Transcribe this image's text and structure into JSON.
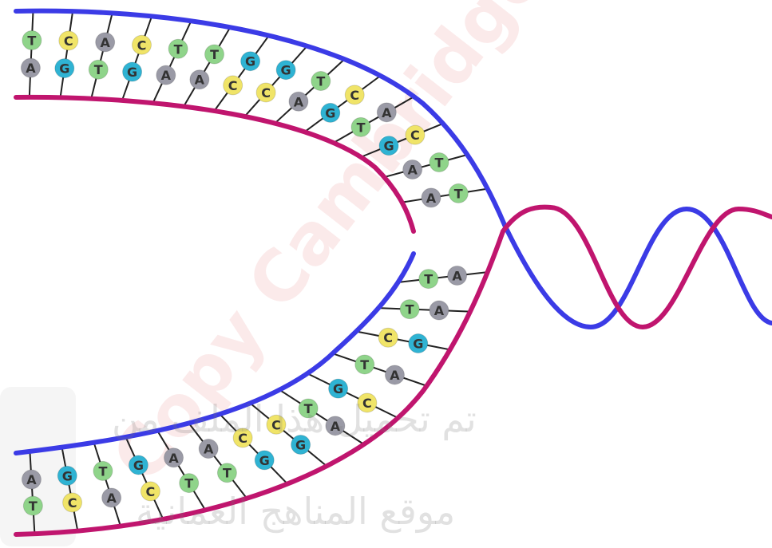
{
  "colors": {
    "strand_blue": "#3b3be6",
    "strand_magenta": "#c0156e",
    "base_T": "#8fd48a",
    "base_C": "#f0e468",
    "base_A": "#9a9aa6",
    "base_G": "#2fb3d3",
    "letter": "#333333"
  },
  "top_arm": {
    "outer_bases": [
      "T",
      "C",
      "A",
      "C",
      "T",
      "T",
      "G",
      "G",
      "T",
      "C",
      "A",
      "C",
      "T",
      "T"
    ],
    "inner_bases": [
      "A",
      "G",
      "T",
      "G",
      "A",
      "A",
      "C",
      "C",
      "A",
      "G",
      "T",
      "G",
      "A",
      "A"
    ]
  },
  "bottom_arm": {
    "outer_bases": [
      "T",
      "C",
      "A",
      "C",
      "T",
      "T",
      "G",
      "G",
      "A",
      "C",
      "A",
      "G",
      "A",
      "A"
    ],
    "inner_bases": [
      "A",
      "G",
      "T",
      "G",
      "A",
      "A",
      "C",
      "C",
      "T",
      "G",
      "T",
      "C",
      "T",
      "T"
    ]
  },
  "watermark": {
    "line1": "تم تحميل هذا الملف من",
    "line2": "موقع المناهج العمانية",
    "diagonal": "Copy Cambridge"
  }
}
